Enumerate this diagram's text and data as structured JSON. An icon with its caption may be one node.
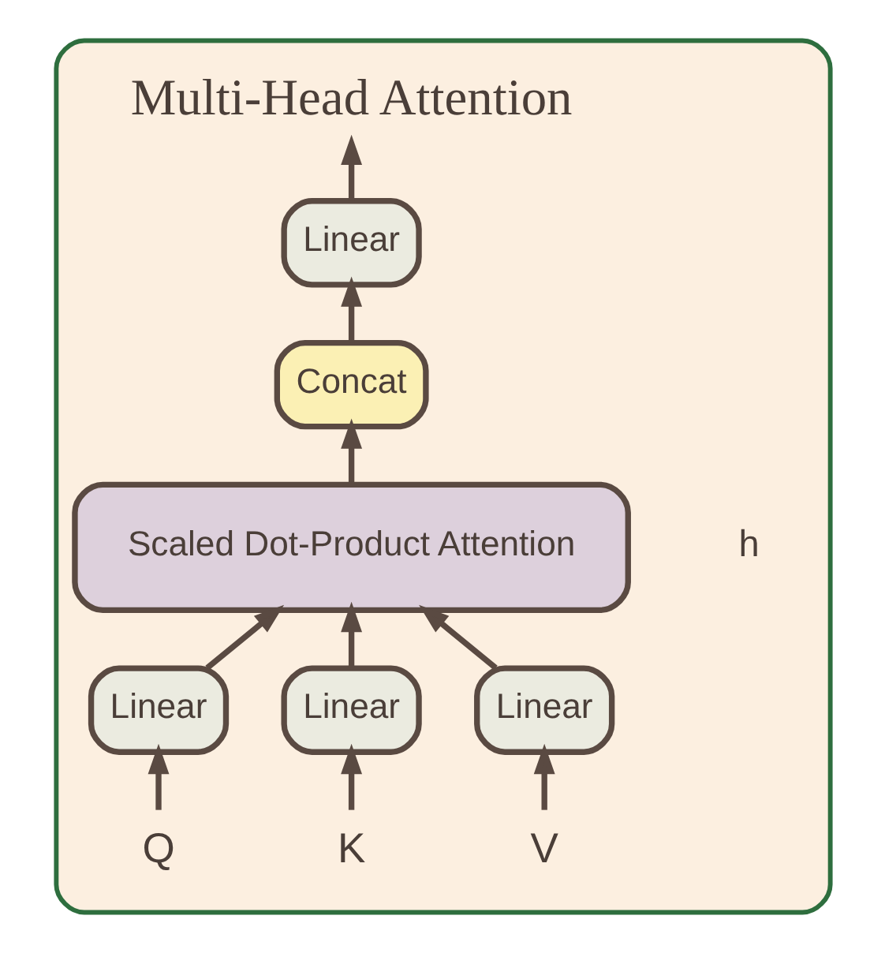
{
  "diagram": {
    "nodes": [
      {
        "text": [],
        "shape": "box"
      },
      {
        "text": [
          "Multi-Head Attention"
        ],
        "in": 0
      },
      {
        "text": [
          "Linear"
        ],
        "in": 0
      },
      {
        "text": [
          "Concat"
        ],
        "in": 0
      },
      {
        "text": [
          "Scaled Dot-Product Attention"
        ],
        "in": 0,
        "beside": [
          "h"
        ]
      },
      {
        "text": [
          "Linear"
        ],
        "in": 0
      },
      {
        "text": [
          "Linear"
        ],
        "in": 0
      },
      {
        "text": [
          "Linear"
        ],
        "in": 0
      },
      {
        "text": [
          "V"
        ],
        "in": 0
      },
      {
        "text": [
          "K"
        ],
        "in": 0
      },
      {
        "text": [
          "Q"
        ],
        "in": 0
      }
    ],
    "edges": [
      {
        "from": 2,
        "to": 1,
        "arrow": "to"
      },
      {
        "from": 3,
        "to": 2,
        "arrow": "to"
      },
      {
        "from": 4,
        "to": 3,
        "arrow": "to"
      },
      {
        "from": 5,
        "to": 4,
        "arrow": "to"
      },
      {
        "from": 6,
        "to": 4,
        "arrow": "to"
      },
      {
        "from": 7,
        "to": 4,
        "arrow": "to"
      },
      {
        "from": 8,
        "to": 5,
        "arrow": "to"
      },
      {
        "from": 9,
        "to": 6,
        "arrow": "to"
      },
      {
        "from": 10,
        "to": 7,
        "arrow": "to"
      }
    ]
  }
}
